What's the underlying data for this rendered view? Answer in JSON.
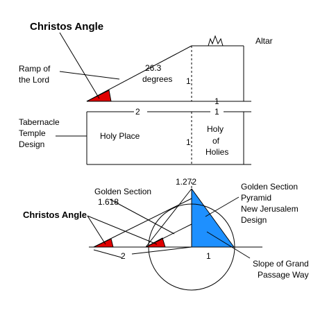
{
  "labels": {
    "christos_angle_top": "Christos Angle",
    "altar": "Altar",
    "ramp_line1": "Ramp of",
    "ramp_line2": "the Lord",
    "angle_value": "26.3",
    "angle_unit": "degrees",
    "top_height": "1",
    "top_base_right": "1",
    "mid_left_width": "2",
    "mid_right_width": "1",
    "tab_line1": "Tabernacle",
    "tab_line2": "Temple",
    "tab_line3": "Design",
    "holy_place": "Holy Place",
    "holy_line1": "Holy",
    "holy_line2": "of",
    "holy_line3": "Holies",
    "mid_height": "1",
    "pyr_height": "1.272",
    "golden_section": "Golden Section",
    "golden_value": "1.618",
    "gs_pyr_line1": "Golden Section",
    "gs_pyr_line2": "Pyramid",
    "gs_pyr_line3": "New Jerusalem",
    "gs_pyr_line4": "Design",
    "christos_angle_bottom": "Christos Angle",
    "bottom_two": "2",
    "bottom_one": "1",
    "slope_line1": "Slope of Grand",
    "slope_line2": "Passage Way"
  },
  "colors": {
    "angle_fill": "#e00000",
    "pyramid_fill": "#1e90ff",
    "line": "#000000"
  }
}
